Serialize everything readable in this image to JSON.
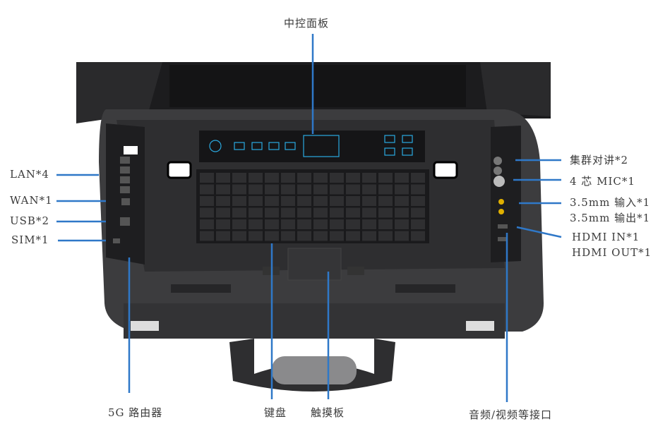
{
  "labels": {
    "top": "中控面板",
    "right": [
      "集群对讲*2",
      "4 芯 MIC*1",
      "3.5mm 输入*1",
      "3.5mm 输出*1",
      "HDMI IN*1",
      "HDMI OUT*1"
    ],
    "left": [
      "LAN*4",
      "WAN*1",
      "USB*2",
      "SIM*1"
    ],
    "bottom": [
      "5G 路由器",
      "键盘",
      "触摸板",
      "音频/视频等接口"
    ]
  },
  "colors": {
    "leader_line": "#2f78c8",
    "label_text": "#3b3b3b",
    "case": "#3c3c3e",
    "panel_accent": "#2aa9e0"
  }
}
